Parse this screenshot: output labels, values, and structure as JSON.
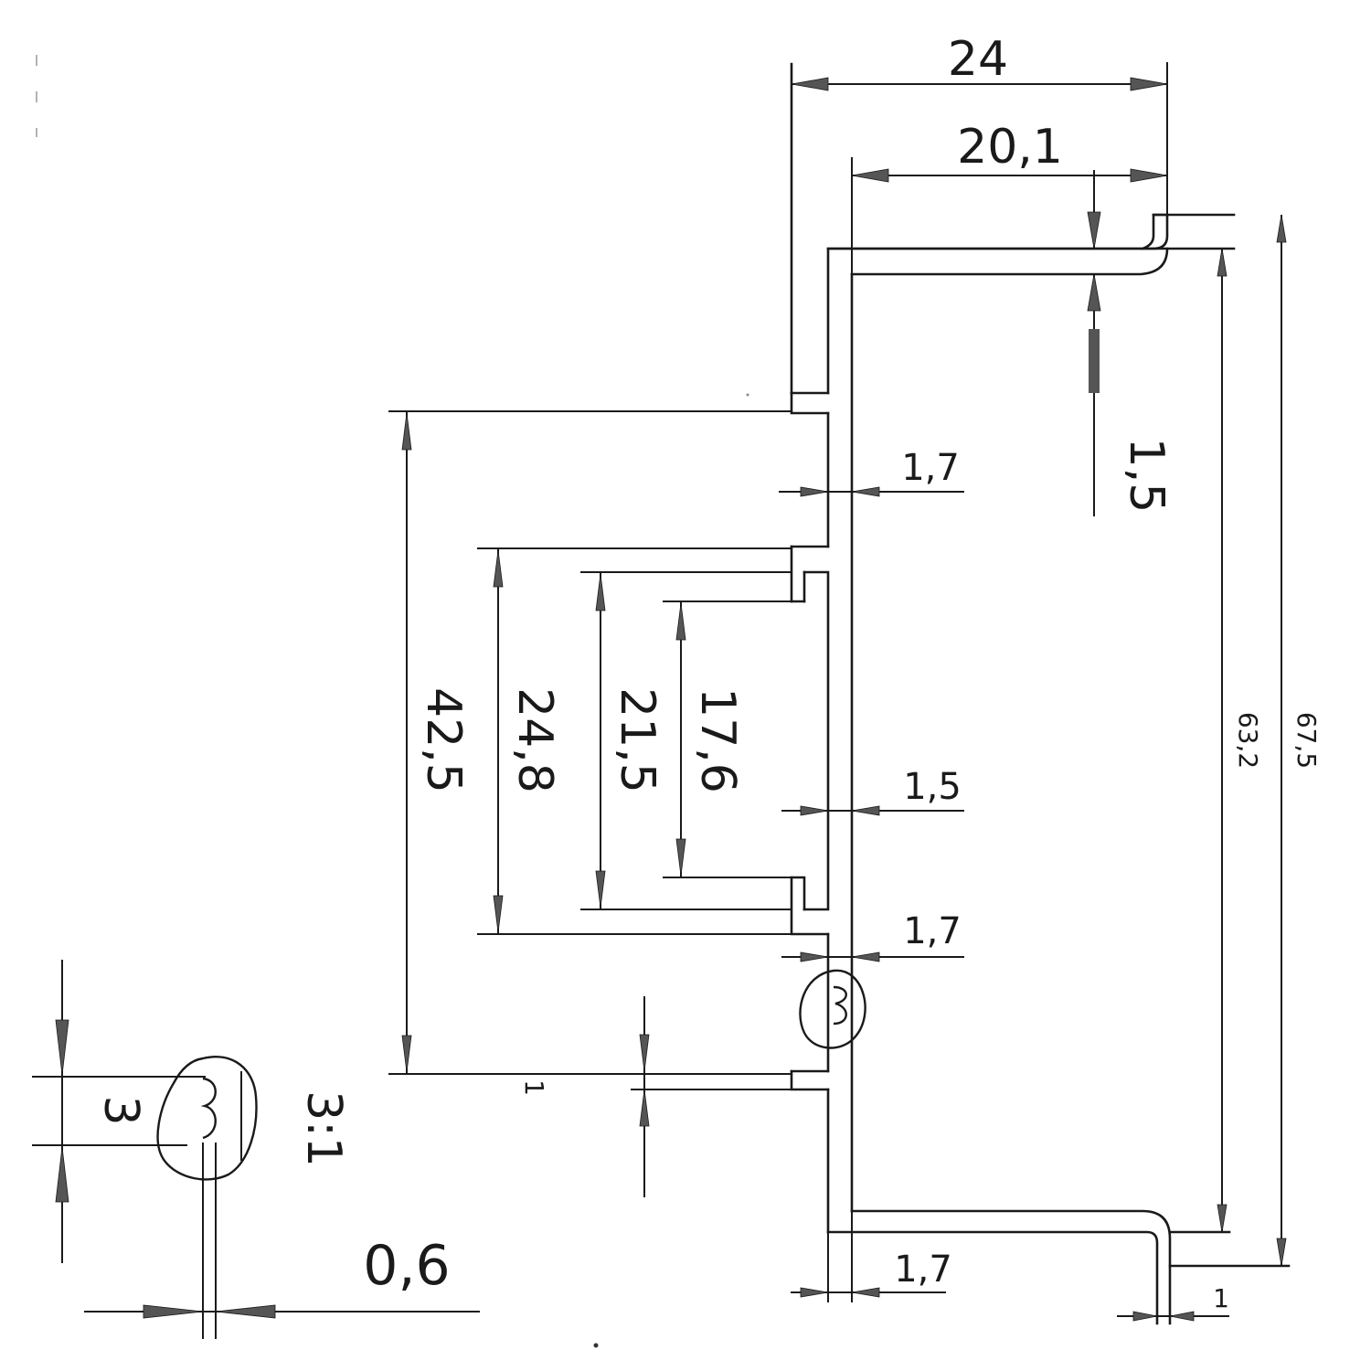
{
  "dimensions": {
    "width_outer": "24",
    "width_inner": "20,1",
    "top_flange_thickness": "1,5",
    "web_thickness_upper": "1,7",
    "web_thickness_middle": "1,5",
    "web_thickness_lower": "1,7",
    "bottom_thickness": "1,7",
    "foot_thickness": "1",
    "height_inner": "63,2",
    "height_outer": "67,5",
    "slot_outer_height": "42,5",
    "slot_mid_height": "24,8",
    "slot_inner_height": "21,5",
    "slot_innermost_height": "17,6",
    "step_height": "1"
  },
  "detail": {
    "height": "3",
    "scale": "3:1",
    "width": "0,6"
  },
  "colors": {
    "ink": "#1a1a1a",
    "arrow_fill": "#555555",
    "background": "#ffffff"
  }
}
